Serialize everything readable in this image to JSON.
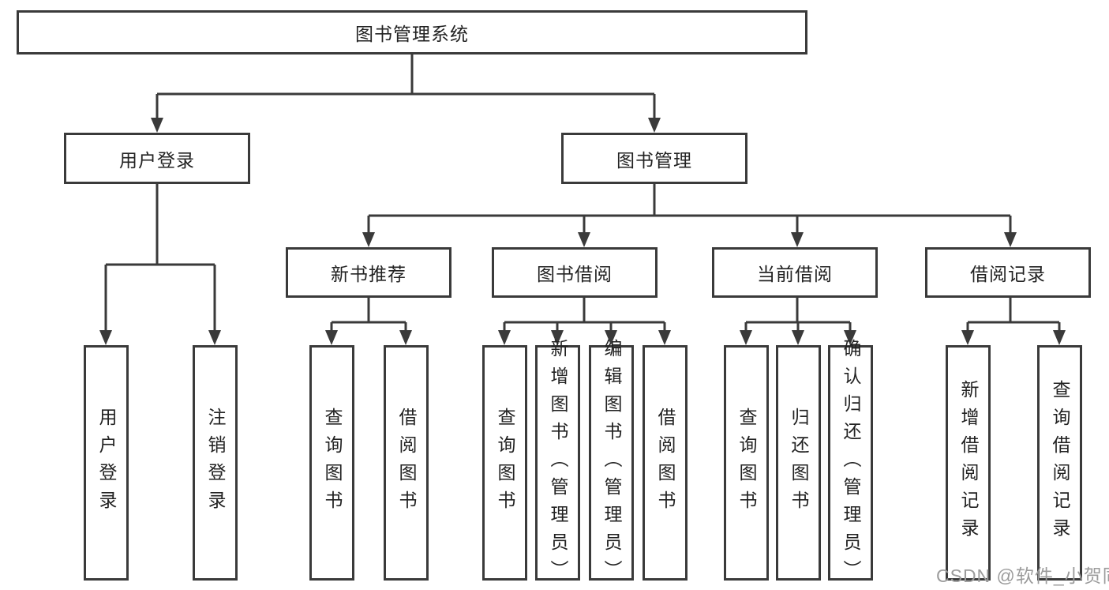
{
  "nodes": {
    "root": "图书管理系统",
    "user_login": "用户登录",
    "book_mgmt": "图书管理",
    "new_book_rec": "新书推荐",
    "book_borrow": "图书借阅",
    "current_borrow": "当前借阅",
    "borrow_records": "借阅记录",
    "leaf_user_login": "用户登录",
    "leaf_logout": "注销登录",
    "leaf_rec_query_book": "查询图书",
    "leaf_rec_borrow_book": "借阅图书",
    "leaf_bb_query_book": "查询图书",
    "leaf_bb_add_book": "新增图书（管理员）",
    "leaf_bb_edit_book": "编辑图书（管理员）",
    "leaf_bb_borrow_book": "借阅图书",
    "leaf_cb_query_book": "查询图书",
    "leaf_cb_return_book": "归还图书",
    "leaf_cb_confirm_return": "确认归还（管理员）",
    "leaf_br_add_record": "新增借阅记录",
    "leaf_br_query_record": "查询借阅记录"
  },
  "watermark": "CSDN @软件_小贺同学",
  "colors": {
    "line": "#3a3a3a",
    "text": "#222222",
    "watermark": "#9c9c9c",
    "background": "#ffffff"
  }
}
